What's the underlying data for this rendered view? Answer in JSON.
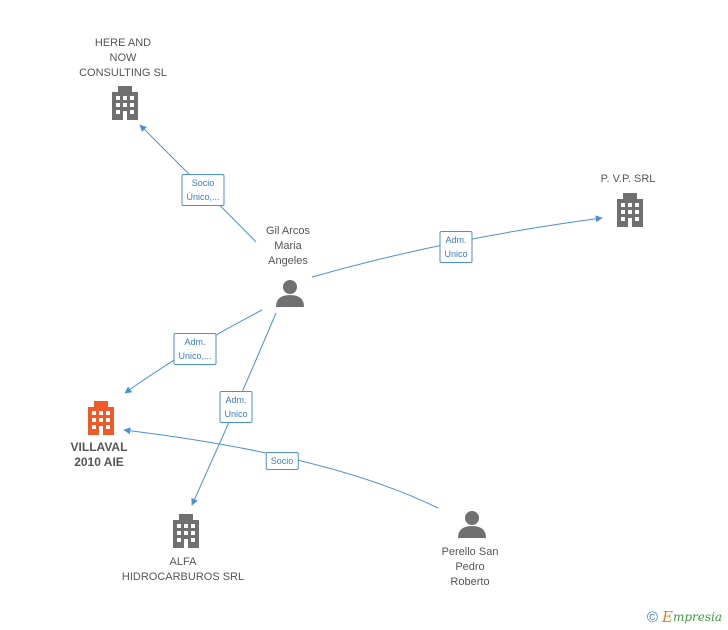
{
  "colors": {
    "edge": "#4a90d9",
    "icon_default": "#707070",
    "icon_focus": "#f05a28",
    "label": "#555555"
  },
  "nodes": {
    "here_and_now": {
      "label": "HERE AND\nNOW\nCONSULTING SL",
      "type": "company"
    },
    "pvp": {
      "label": "P. V.P. SRL",
      "type": "company"
    },
    "gil_arcos": {
      "label": "Gil Arcos\nMaria\nAngeles",
      "type": "person"
    },
    "villaval": {
      "label": "VILLAVAL\n2010 AIE",
      "type": "company",
      "focus": true
    },
    "alfa": {
      "label": "ALFA\nHIDROCARBUROS SRL",
      "type": "company"
    },
    "perello": {
      "label": "Perello San\nPedro\nRoberto",
      "type": "person"
    }
  },
  "edges": {
    "gil_to_here": "Socio\nÚnico,...",
    "gil_to_pvp": "Adm.\nUnico",
    "gil_to_villaval": "Adm.\nUnico,...",
    "gil_to_alfa": "Adm.\nUnico",
    "perello_to_villaval": "Socio"
  },
  "footer": {
    "copyright": "©",
    "brand_first": "E",
    "brand_rest": "mpresia"
  }
}
